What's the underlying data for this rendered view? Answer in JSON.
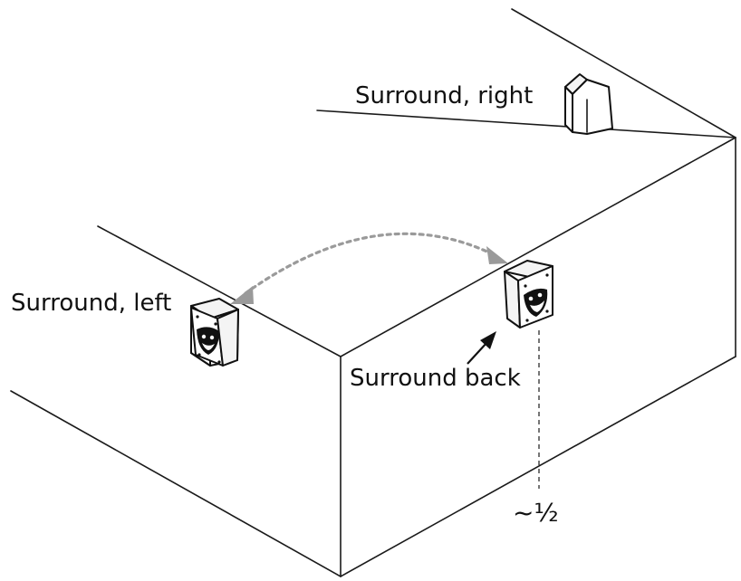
{
  "labels": {
    "surround_right": "Surround, right",
    "surround_left": "Surround, left",
    "surround_back": "Surround back",
    "distance_marker": "~½"
  },
  "colors": {
    "line": "#1a1a1a",
    "arc": "#9a9a9a",
    "background": "#ffffff"
  },
  "icons": {
    "speaker_right": "speaker-icon",
    "speaker_left": "speaker-icon",
    "speaker_back": "speaker-icon"
  }
}
